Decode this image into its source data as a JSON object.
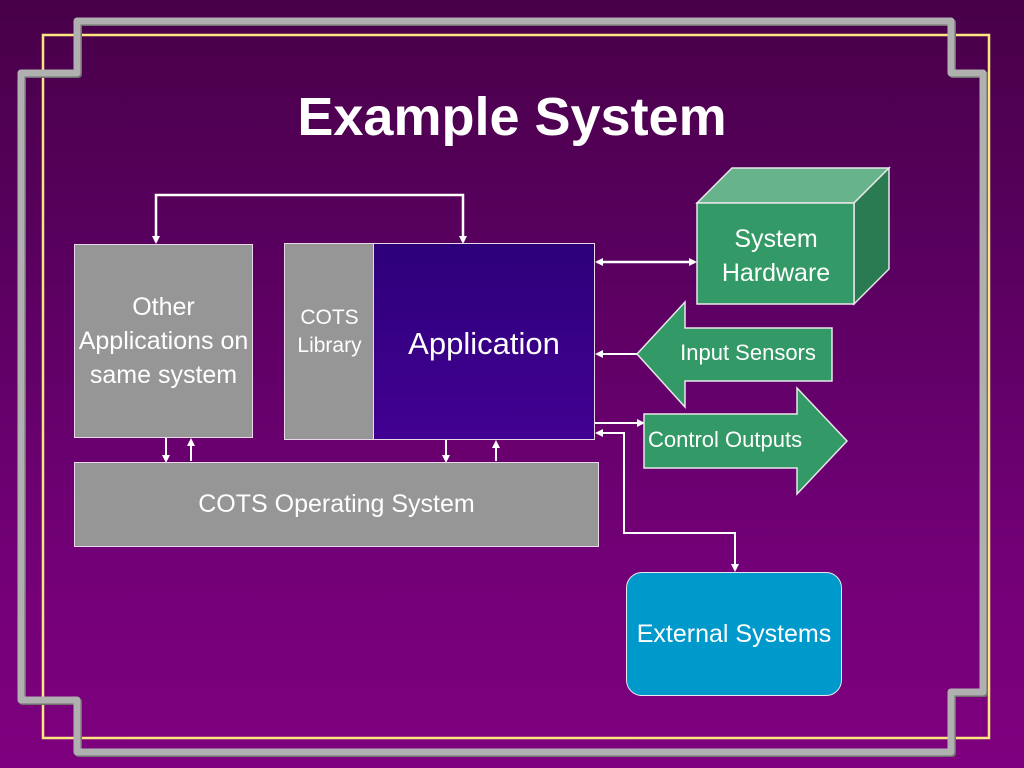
{
  "slide": {
    "title": "Example System",
    "colors": {
      "background_top": "#480048",
      "background_bottom": "#7e007e",
      "frame_gray": "#aaaaaa",
      "frame_gold": "#ffe680",
      "box_gray": "#969696",
      "application_blue": "#3a0088",
      "hardware_green": "#339966",
      "external_blue": "#0099cc"
    }
  },
  "diagram": {
    "other_applications": "Other Applications on same system",
    "cots_library": "COTS Library",
    "application": "Application",
    "cots_os": "COTS Operating System",
    "system_hardware": "System Hardware",
    "input_sensors": "Input Sensors",
    "control_outputs": "Control Outputs",
    "external_systems": "External Systems"
  }
}
